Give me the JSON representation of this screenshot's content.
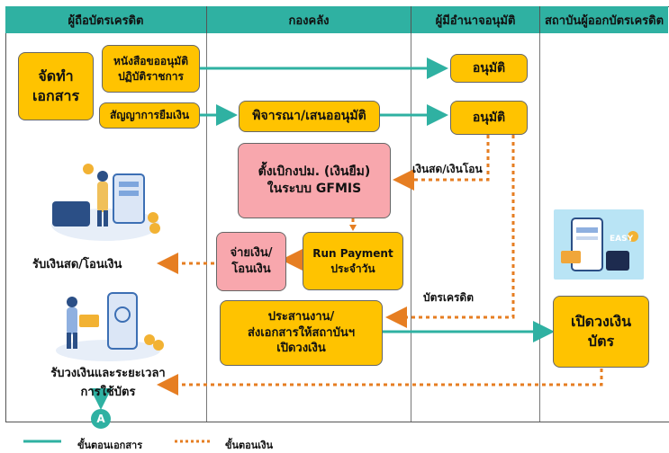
{
  "lanes": [
    "ผู้ถือบัตรเครดิต",
    "กองคลัง",
    "ผู้มีอำนาจอนุมัติ",
    "สถาบันผู้ออกบัตรเครดิต"
  ],
  "boxes": {
    "prepare_docs": "จัดทำ\nเอกสาร",
    "approval_letter": "หนังสือขออนุมัติ\nปฏิบัติราชการ",
    "loan_contract": "สัญญาการยืมเงิน",
    "consider_propose": "พิจารณา/เสนออนุมัติ",
    "approve_1": "อนุมัติ",
    "approve_2": "อนุมัติ",
    "set_disburse": "ตั้งเบิกงปม. (เงินยืม)\nในระบบ GFMIS",
    "pay_transfer": "จ่ายเงิน/\nโอนเงิน",
    "run_payment": "Run Payment\nประจำวัน",
    "coordinate": "ประสานงาน/\nส่งเอกสารให้สถาบันฯ\nเปิดวงเงิน",
    "open_limit": "เปิดวงเงิน\nบัตร"
  },
  "labels": {
    "cash_transfer_money": "เงินสด/เงินโอน",
    "receive_cash": "รับเงินสด/โอนเงิน",
    "credit_card": "บัตรเครดิต",
    "receive_limit": "รับวงเงินและระยะเวลา\nการใช้บัตร",
    "connector": "A",
    "easy_text": "EASY"
  },
  "legend": {
    "document_step": "ขั้นตอนเอกสาร",
    "money_step": "ขั้นตอนเงิน"
  },
  "colors": {
    "header": "#2fb1a2",
    "yellow": "#ffc300",
    "pink": "#f8a7ad",
    "doc_arrow": "#2fb1a2",
    "money_arrow": "#e67e22"
  }
}
